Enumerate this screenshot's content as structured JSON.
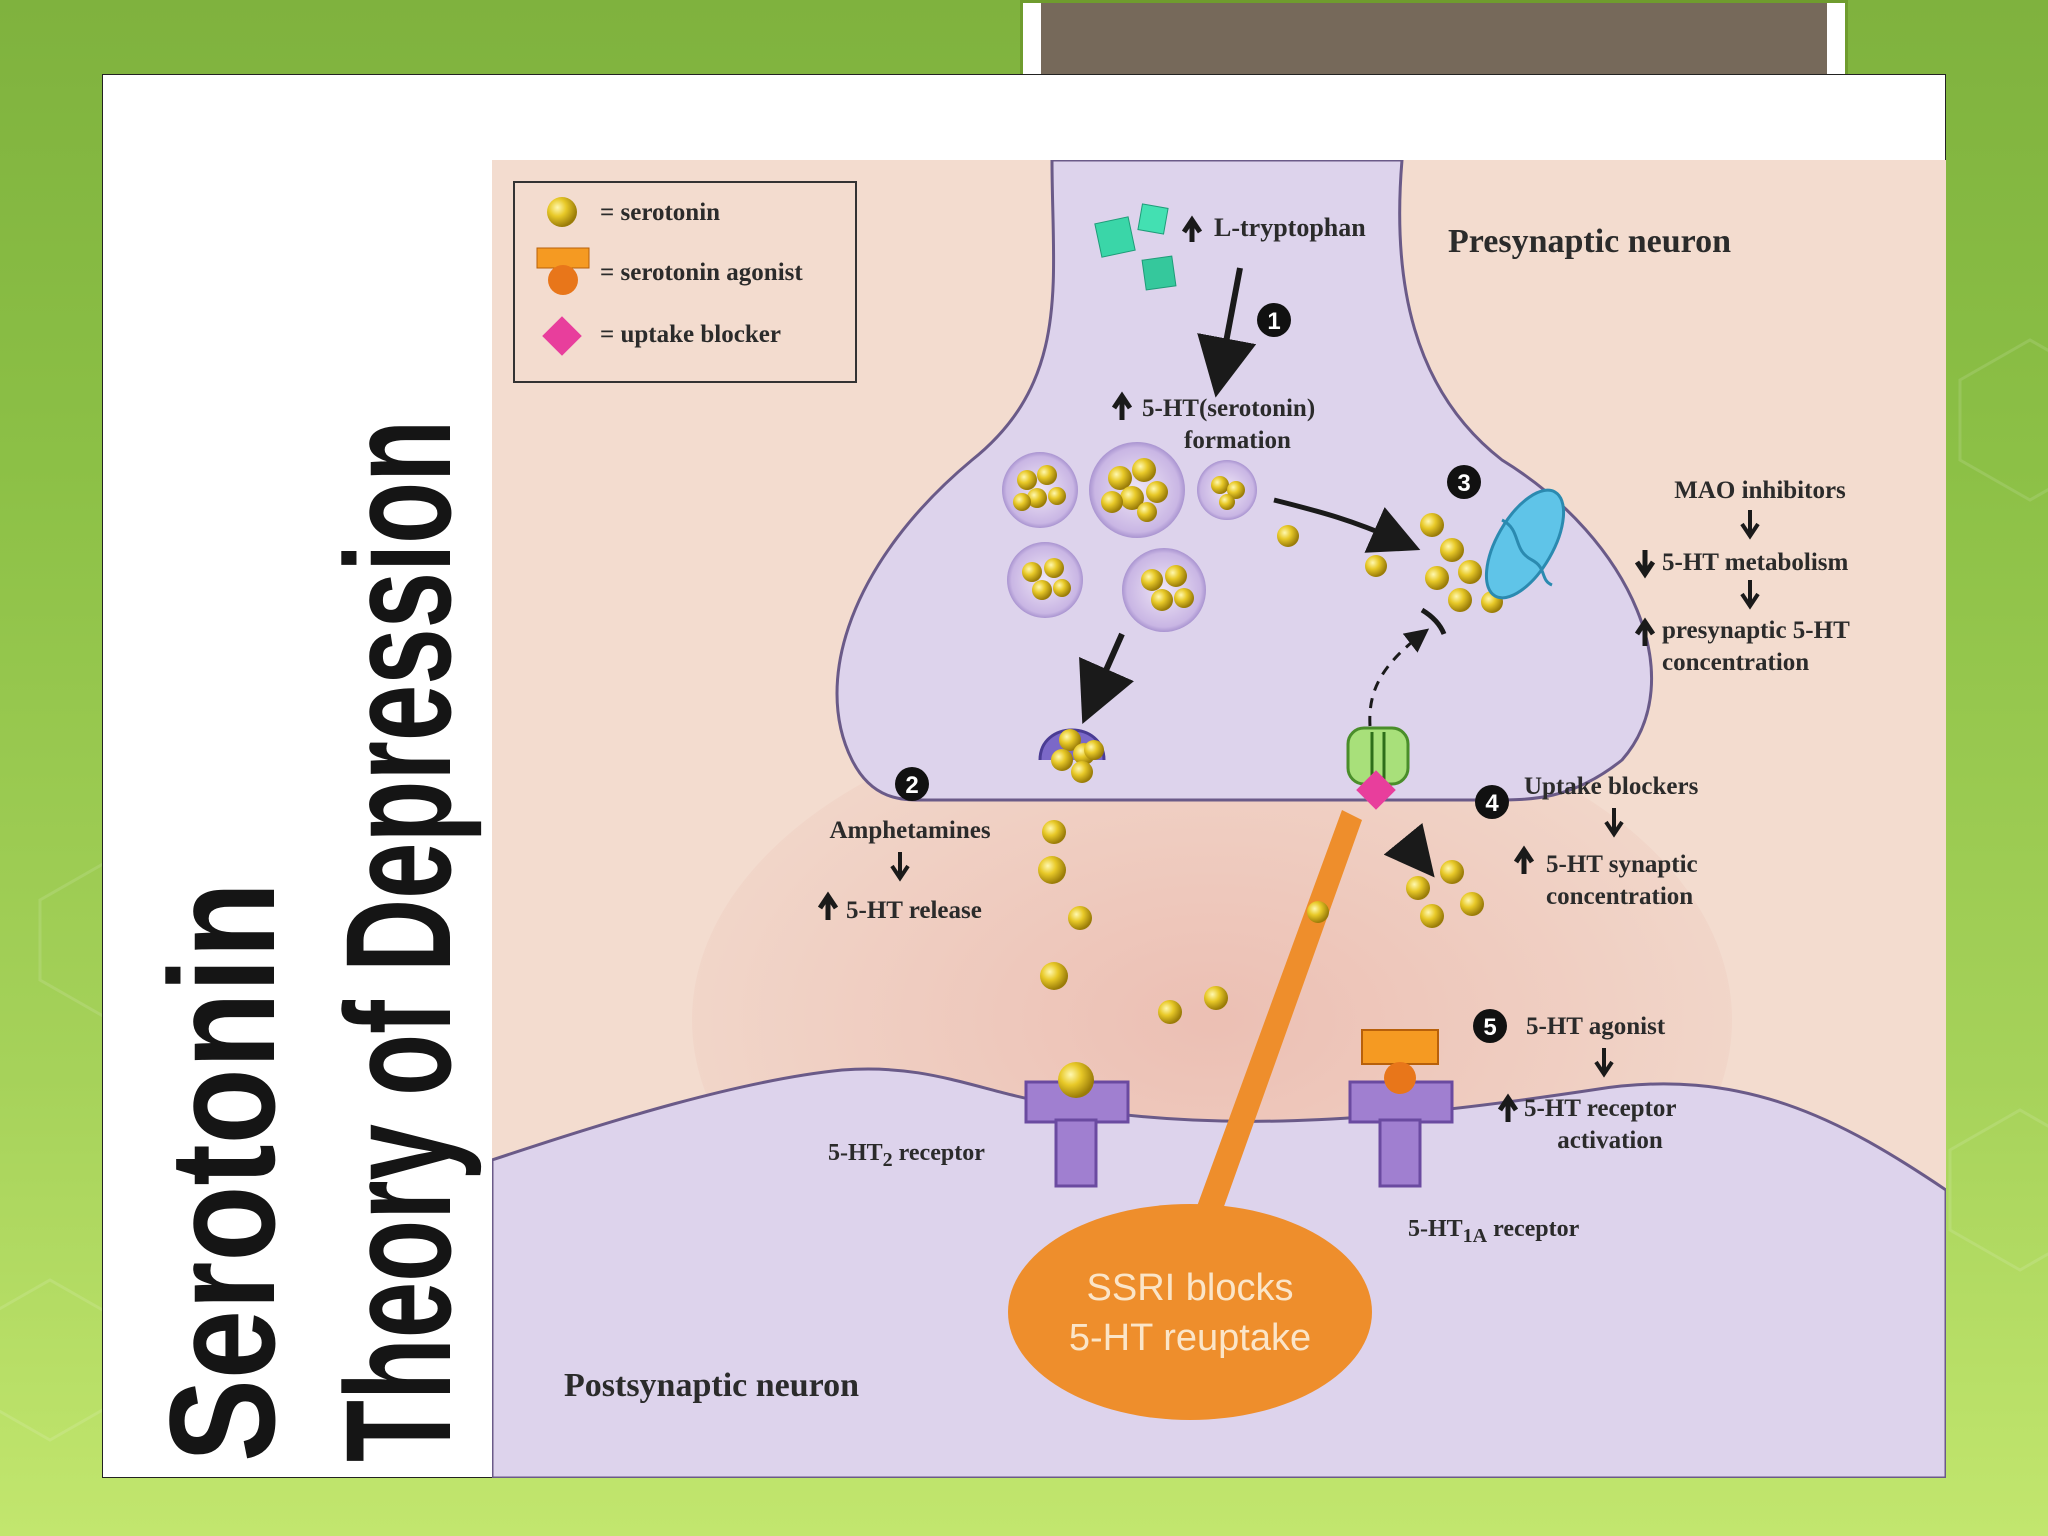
{
  "slide": {
    "title_line1": "Serotonin",
    "title_line2": "Theory of Depression"
  },
  "legend": {
    "serotonin": "= serotonin",
    "agonist": "= serotonin agonist",
    "blocker": "= uptake blocker"
  },
  "labels": {
    "tryptophan": "L-tryptophan",
    "presynaptic": "Presynaptic neuron",
    "postsynaptic": "Postsynaptic neuron",
    "formation_1": "5-HT(serotonin)",
    "formation_2": "formation",
    "mao_1": "MAO inhibitors",
    "mao_2": "5-HT metabolism",
    "mao_3": "presynaptic 5-HT",
    "mao_4": "concentration",
    "amph_1": "Amphetamines",
    "amph_2": "5-HT release",
    "uptake_1": "Uptake blockers",
    "uptake_2": "5-HT synaptic",
    "uptake_3": "concentration",
    "agonist_1": "5-HT agonist",
    "agonist_2": "5-HT receptor",
    "agonist_3": "activation",
    "receptor2_a": "5-HT",
    "receptor2_sub": "2",
    "receptor2_b": " receptor",
    "receptor1a_a": "5-HT",
    "receptor1a_sub": "1A",
    "receptor1a_b": " receptor",
    "ssri_1": "SSRI   blocks",
    "ssri_2": "5-HT reuptake"
  },
  "steps": [
    "1",
    "2",
    "3",
    "4",
    "5"
  ],
  "colors": {
    "background_green": "#8cc046",
    "title_box": "#76695a",
    "neuron": "#ddd3ec",
    "serotonin": "#e6c728",
    "agonist": "#f08a1c",
    "blocker": "#e83e9c",
    "receptor": "#a07fd0",
    "ssri_callout": "#ee8e2c",
    "mitochondrion": "#5fc4e8",
    "tryptophan": "#3ad6a8"
  }
}
